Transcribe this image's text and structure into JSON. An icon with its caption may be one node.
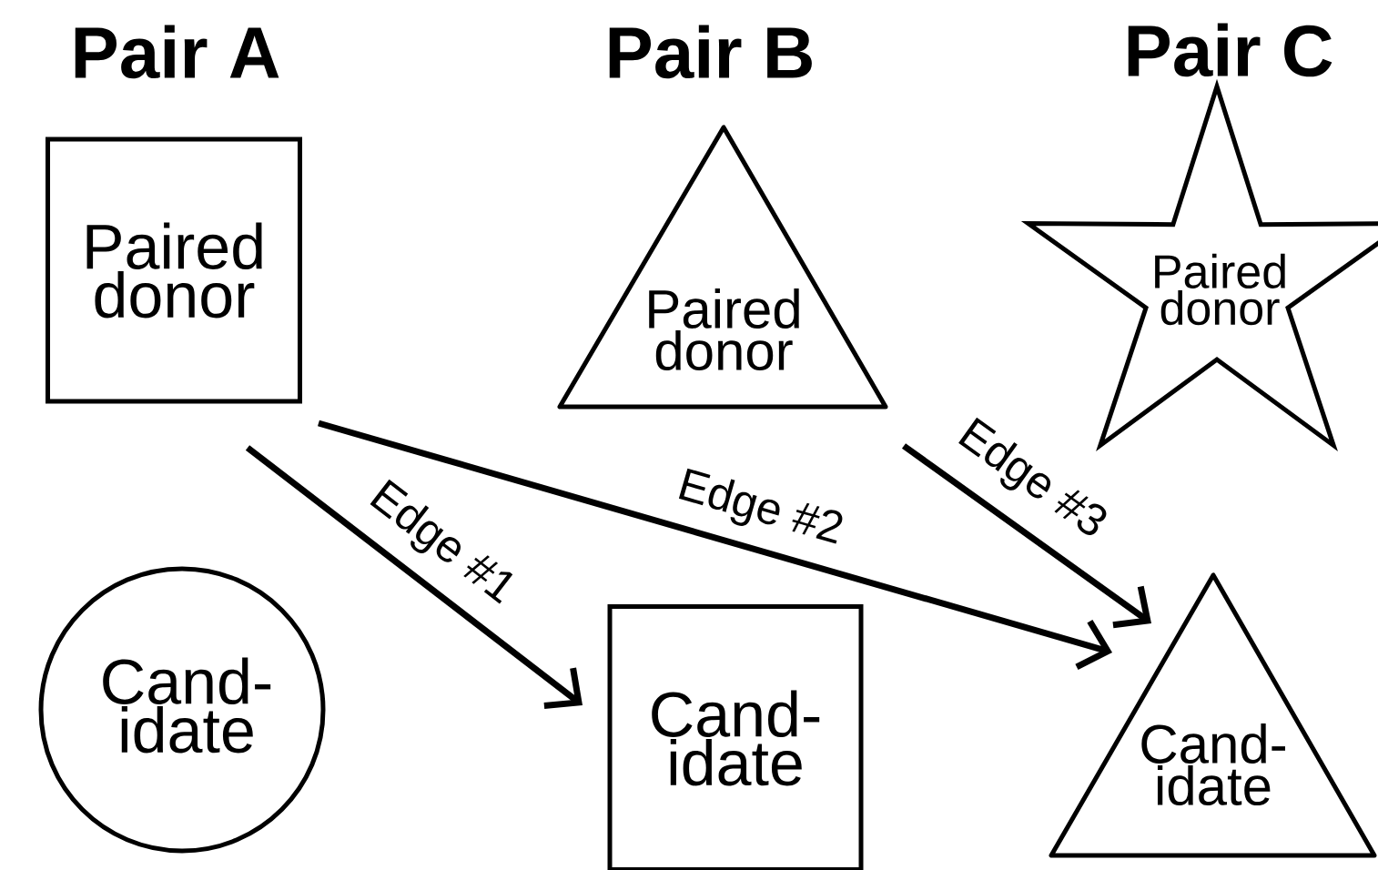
{
  "diagram": {
    "nodes": [
      {
        "text": [
          "Paired donor"
        ]
      },
      {
        "text": [
          "Paired donor"
        ]
      },
      {
        "text": [
          "Paired donor"
        ]
      },
      {
        "text": [
          "Cand- idate"
        ]
      },
      {
        "text": [
          "Cand- idate"
        ]
      },
      {
        "text": [
          "Cand- idate"
        ]
      }
    ],
    "edges": [
      {
        "from": 0,
        "to": 4,
        "arrow": "to",
        "label": "Edge #1"
      },
      {
        "from": 0,
        "to": 5,
        "arrow": "to",
        "label": "Edge #2"
      },
      {
        "from": 1,
        "to": 5,
        "arrow": "to",
        "label": "Edge #3"
      }
    ],
    "labels": [
      "Pair A",
      "Pair B",
      "Pair C"
    ]
  }
}
